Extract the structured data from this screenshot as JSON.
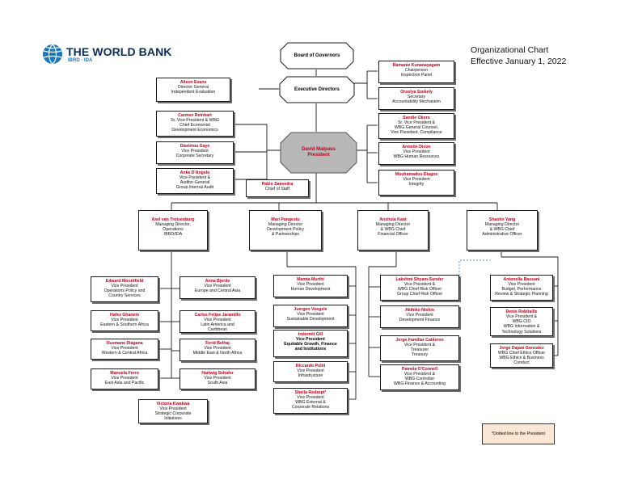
{
  "logo": {
    "name": "THE WORLD BANK",
    "sub": "IBRD · IDA"
  },
  "header": {
    "line1": "Organizational Chart",
    "line2": "Effective January 1, 2022"
  },
  "governance": {
    "board": "Board of Governors",
    "exec": "Executive Directors",
    "president_name": "David Malpass",
    "president_title": "President"
  },
  "boxes": {
    "kunanayagam": {
      "name": "Ramanie Kunanayagam",
      "lines": [
        "Chairperson",
        "Inspection Panel"
      ]
    },
    "szekely": {
      "name": "Orsolya Szekely",
      "lines": [
        "Secretary",
        "Accountability Mechanism"
      ]
    },
    "okoro": {
      "name": "Sandie Okoro",
      "lines": [
        "Sr. Vice President &",
        "WBG General Counsel,",
        "Vice President, Compliance"
      ]
    },
    "dixon": {
      "name": "Annette Dixon",
      "lines": [
        "Vice President",
        "WBG Human Resources"
      ]
    },
    "diagne": {
      "name": "Mouhamadou Diagne",
      "lines": [
        "Vice President",
        "Integrity"
      ]
    },
    "evans": {
      "name": "Alison Evans",
      "lines": [
        "Director General",
        "Independent Evaluation"
      ]
    },
    "reinhart": {
      "name": "Carmen Reinhart",
      "lines": [
        "Sr. Vice President & WBG",
        "Chief Economist",
        "Development Economics"
      ]
    },
    "gaye": {
      "name": "Diariétou Gaye",
      "lines": [
        "Vice President",
        "Corporate Secretary"
      ]
    },
    "dangelo": {
      "name": "Anke D'Angelo",
      "lines": [
        "Vice President &",
        "Auditor-General",
        "Group Internal Audit"
      ]
    },
    "saavedra": {
      "name": "Pablo Saavedra",
      "lines": [
        "Chief of Staff"
      ]
    },
    "trotsenburg": {
      "name": "Axel van Trotsenburg",
      "lines": [
        "Managing Director,",
        "Operations",
        "IBRD/IDA"
      ]
    },
    "pangestu": {
      "name": "Mari Pangestu",
      "lines": [
        "Managing Director",
        "Development Policy",
        "& Partnerships"
      ]
    },
    "kant": {
      "name": "Anshula Kant",
      "lines": [
        "Managing Director",
        "& WBG Chief",
        "Financial Officer"
      ]
    },
    "yang": {
      "name": "Shaolin Yang",
      "lines": [
        "Managing Director",
        "& WBG Chief",
        "Administrative Officer"
      ]
    },
    "mountfield": {
      "name": "Edward Mountfield",
      "lines": [
        "Vice President",
        "Operations Policy and",
        "Country Services"
      ]
    },
    "ghanem": {
      "name": "Hafez Ghanem",
      "lines": [
        "Vice President",
        "Eastern & Southern Africa"
      ]
    },
    "diagana": {
      "name": "Ousmane Diagana",
      "lines": [
        "Vice President",
        "Western & Central Africa"
      ]
    },
    "ferro": {
      "name": "Manuela Ferro",
      "lines": [
        "Vice President",
        "East Asia and Pacific"
      ]
    },
    "bjerde": {
      "name": "Anna Bjerde",
      "lines": [
        "Vice President",
        "Europe and Central Asia"
      ]
    },
    "jaramillo": {
      "name": "Carlos Felipe Jaramillo",
      "lines": [
        "Vice President",
        "Latin America and",
        "Caribbean"
      ]
    },
    "belhaj": {
      "name": "Ferid Belhaj",
      "lines": [
        "Vice President",
        "Middle East & North Africa"
      ]
    },
    "schafer": {
      "name": "Hartwig Schafer",
      "lines": [
        "Vice President",
        "South Asia"
      ]
    },
    "kwakwa": {
      "name": "Victoria Kwakwa",
      "lines": [
        "Vice President",
        "Strategic Corporate",
        "Initiatives"
      ]
    },
    "murthi": {
      "name": "Mamta Murthi",
      "lines": [
        "Vice President",
        "Human Development"
      ]
    },
    "voegele": {
      "name": "Juergen Voegele",
      "lines": [
        "Vice President",
        "Sustainable Development"
      ]
    },
    "gill": {
      "name": "Indermit Gill",
      "lines": [
        "Vice President",
        "Equitable Growth, Finance",
        "and Institutions"
      ]
    },
    "puliti": {
      "name": "Riccardo Puliti",
      "lines": [
        "Vice President",
        "Infrastructure"
      ]
    },
    "redeker": {
      "name": "Sheila Redzepi*",
      "lines": [
        "Vice President",
        "WBG External &",
        "Corporate Relations"
      ]
    },
    "sundar": {
      "name": "Lakshmi Shyam-Sunder",
      "lines": [
        "Vice President &",
        "WBG Chief Risk Officer",
        "Group Chief Risk Officer"
      ]
    },
    "nishio": {
      "name": "Akihiko Nishio",
      "lines": [
        "Vice President",
        "Development Finance"
      ]
    },
    "calderon": {
      "name": "Jorge Familiar Calderon",
      "lines": [
        "Vice President &",
        "Treasurer",
        "Treasury"
      ]
    },
    "oconnell": {
      "name": "Pamela O'Connell",
      "lines": [
        "Vice President &",
        "WBG Controller",
        "WBG Finance & Accounting"
      ]
    },
    "baussi": {
      "name": "Antonella Bassani",
      "lines": [
        "Vice President",
        "Budget, Performance",
        "Review & Strategic Planning"
      ]
    },
    "robitaille": {
      "name": "Denis Robitaille",
      "lines": [
        "Vice President &",
        "WBG CIO",
        "WBG Information &",
        "Technology Solutions"
      ]
    },
    "gonzalez": {
      "name": "Jorge Dajani Gonzalez",
      "lines": [
        "WBG Chief Ethics Officer",
        "WBG Ethics & Business",
        "Conduct"
      ]
    }
  },
  "note": "*Dotted line to the President",
  "colors": {
    "name_red": "#c0001a",
    "president_fill": "#b8b8b8",
    "note_fill": "#fde6d4",
    "logo_blue": "#1a76bd",
    "dotted_line": "#4a90c8"
  }
}
